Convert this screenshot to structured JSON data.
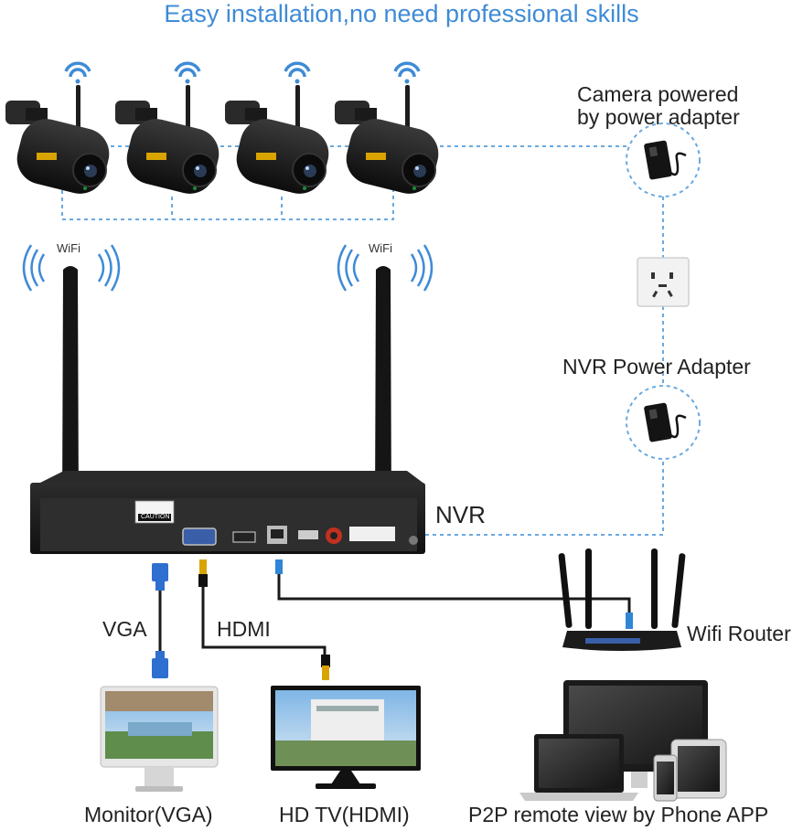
{
  "title": "Easy installation,no need professional skills",
  "labels": {
    "camera_power": [
      "Camera powered",
      "by power adapter"
    ],
    "nvr_power": "NVR Power Adapter",
    "nvr": "NVR",
    "vga": "VGA",
    "hdmi": "HDMI",
    "router": "Wifi Router",
    "wifi_left": "WiFi",
    "wifi_right": "WiFi",
    "monitor": "Monitor(VGA)",
    "hdtv": "HD TV(HDMI)",
    "p2p": "P2P remote view by Phone APP",
    "caution": "CAUTION"
  },
  "icons": [
    "wifi-signal-icon",
    "bullet-camera-icon",
    "power-adapter-icon",
    "wall-socket-icon",
    "nvr-device-icon",
    "router-icon",
    "monitor-icon",
    "tv-icon",
    "laptop-icon",
    "tablet-icon",
    "phone-icon"
  ],
  "colors": {
    "title": "#3f8bd6",
    "dashed": "#6aa9e0",
    "cable": "#1a1a1a",
    "vga": "#2f6fcf"
  }
}
